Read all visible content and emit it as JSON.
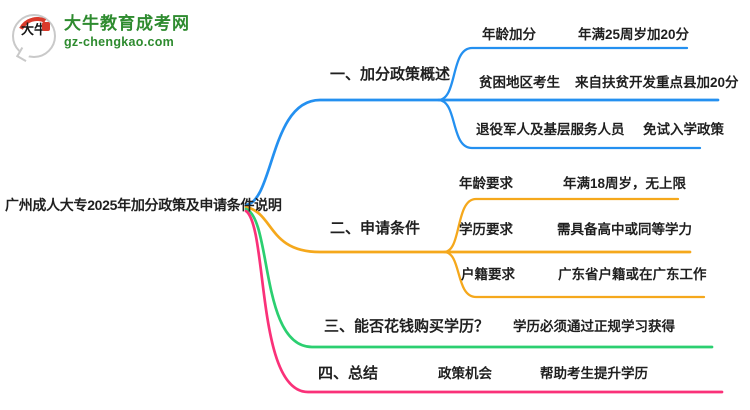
{
  "brand": {
    "title": "大牛教育成考网",
    "domain": "gz-chengkao.com",
    "logo_glyphs": "大牛",
    "green": "#2e8b2f",
    "logo_red": "#d93a2b"
  },
  "mindmap": {
    "root": "广州成人大专2025年加分政策及申请条件说明",
    "branches": [
      {
        "label": "一、加分政策概述",
        "color": "#2490f0",
        "children": [
          {
            "label": "年龄加分",
            "value": "年满25周岁加20分"
          },
          {
            "label": "贫困地区考生",
            "value": "来自扶贫开发重点县加20分"
          },
          {
            "label": "退役军人及基层服务人员",
            "value": "免试入学政策"
          }
        ]
      },
      {
        "label": "二、申请条件",
        "color": "#f5a81c",
        "children": [
          {
            "label": "年龄要求",
            "value": "年满18周岁，无上限"
          },
          {
            "label": "学历要求",
            "value": "需具备高中或同等学力"
          },
          {
            "label": "户籍要求",
            "value": "广东省户籍或在广东工作"
          }
        ]
      },
      {
        "label": "三、能否花钱购买学历？",
        "color": "#2bcf70",
        "children": [
          {
            "label": "学历必须通过正规学习获得"
          }
        ]
      },
      {
        "label": "四、总结",
        "color": "#fa3179",
        "children": [
          {
            "label": "政策机会",
            "value": "帮助考生提升学历"
          }
        ]
      }
    ]
  }
}
